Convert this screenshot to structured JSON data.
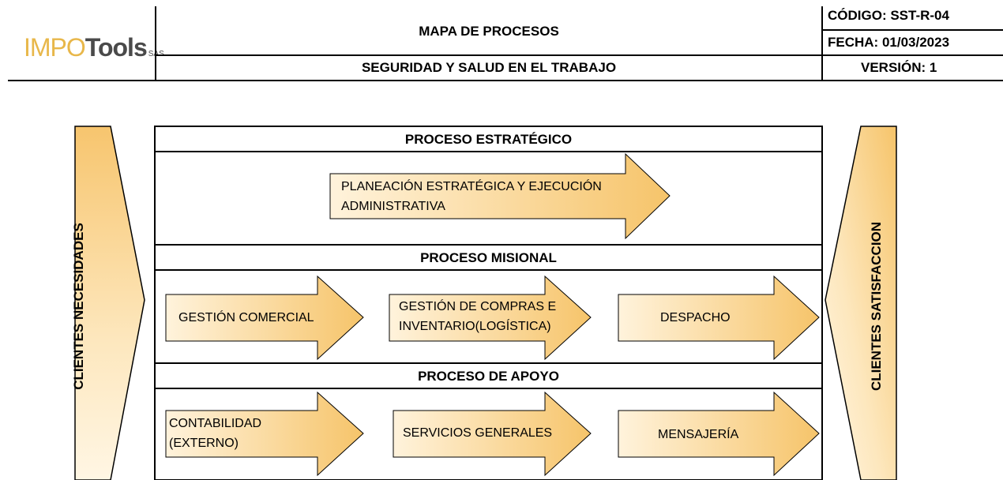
{
  "header": {
    "logo": {
      "main": "IMPO",
      "accent": "Tools",
      "suffix": "SAS"
    },
    "title": "MAPA DE PROCESOS",
    "subtitle": "SEGURIDAD Y SALUD EN EL TRABAJO",
    "code": "CÓDIGO: SST-R-04",
    "date": "FECHA: 01/03/2023",
    "version": "VERSIÓN: 1"
  },
  "diagram": {
    "left_side": "CLIENTES NECESIDADES",
    "right_side": "CLIENTES SATISFACCION",
    "sections": [
      {
        "title": "PROCESO ESTRATÉGICO",
        "items": [
          "PLANEACIÓN ESTRATÉGICA Y EJECUCIÓN ADMINISTRATIVA"
        ]
      },
      {
        "title": "PROCESO MISIONAL",
        "items": [
          "GESTIÓN COMERCIAL",
          "GESTIÓN DE COMPRAS E INVENTARIO(LOGÍSTICA)",
          "DESPACHO"
        ]
      },
      {
        "title": "PROCESO DE APOYO",
        "items": [
          "CONTABILIDAD (EXTERNO)",
          "SERVICIOS GENERALES",
          "MENSAJERÍA"
        ]
      }
    ],
    "colors": {
      "arrow_light": "#fff3dc",
      "arrow_dark": "#f6c46a",
      "stroke": "#000000"
    }
  }
}
